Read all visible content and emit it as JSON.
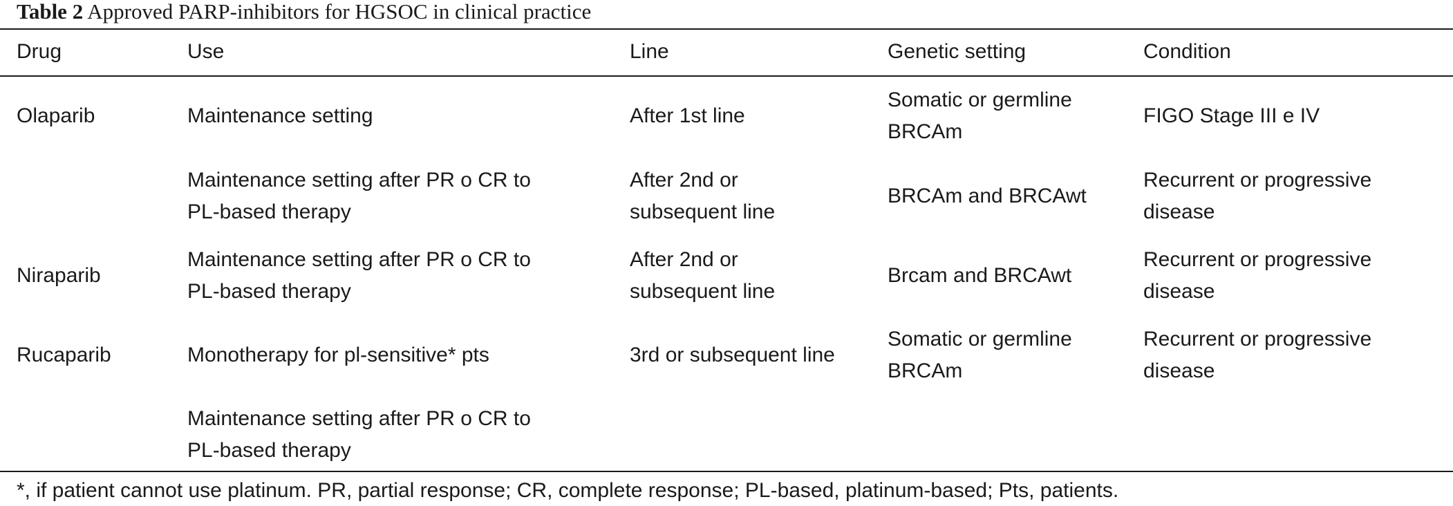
{
  "caption": {
    "label": "Table 2",
    "text": "Approved PARP-inhibitors for HGSOC in clinical practice"
  },
  "headers": {
    "drug": "Drug",
    "use": "Use",
    "line": "Line",
    "genetic": "Genetic setting",
    "condition": "Condition"
  },
  "rows": [
    {
      "drug": "Olaparib",
      "use": [
        "Maintenance setting"
      ],
      "line": [
        "After 1st line"
      ],
      "genetic": [
        "Somatic or germline",
        "BRCAm"
      ],
      "condition": [
        "FIGO Stage III e IV"
      ]
    },
    {
      "drug": "",
      "use": [
        "Maintenance setting after PR o CR to",
        "PL-based therapy"
      ],
      "line": [
        "After 2nd or",
        "subsequent line"
      ],
      "genetic": [
        "BRCAm and BRCAwt"
      ],
      "condition": [
        "Recurrent or progressive",
        "disease"
      ]
    },
    {
      "drug": "Niraparib",
      "use": [
        "Maintenance setting after PR o CR to",
        "PL-based therapy"
      ],
      "line": [
        "After 2nd or",
        "subsequent line"
      ],
      "genetic": [
        "Brcam and BRCAwt"
      ],
      "condition": [
        "Recurrent or progressive",
        "disease"
      ]
    },
    {
      "drug": "Rucaparib",
      "use": [
        "Monotherapy for pl-sensitive* pts"
      ],
      "line": [
        "3rd or subsequent line"
      ],
      "genetic": [
        "Somatic or germline",
        "BRCAm"
      ],
      "condition": [
        "Recurrent or progressive",
        "disease"
      ]
    },
    {
      "drug": "",
      "use": [
        "Maintenance setting after PR o CR to",
        "PL-based therapy"
      ],
      "line": [],
      "genetic": [],
      "condition": []
    }
  ],
  "footnote": "*, if patient cannot use platinum. PR, partial response; CR, complete response; PL-based, platinum-based; Pts, patients."
}
